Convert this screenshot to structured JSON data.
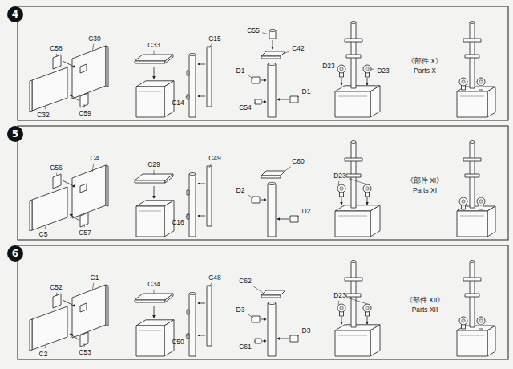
{
  "diagram": {
    "nodes": [
      {
        "text": [
          "4"
        ]
      },
      {
        "text": [
          "5"
        ]
      },
      {
        "text": [
          "6"
        ]
      }
    ],
    "labels": [
      "C58",
      "C30",
      "C32",
      "C59",
      "C33",
      "C15",
      "C14",
      "C55",
      "C42",
      "D1",
      "D1",
      "C54",
      "D23",
      "D23",
      "《部件 X》",
      "Parts X",
      "C56",
      "C4",
      "C5",
      "C57",
      "C29",
      "C49",
      "C16",
      "D2",
      "D2",
      "C60",
      "D23",
      "《部件 XI》",
      "Parts XI",
      "C52",
      "C1",
      "C2",
      "C53",
      "C34",
      "C48",
      "C50",
      "C62",
      "D3",
      "D3",
      "C61",
      "D23",
      "《部件 XII》",
      "Parts XII"
    ]
  }
}
